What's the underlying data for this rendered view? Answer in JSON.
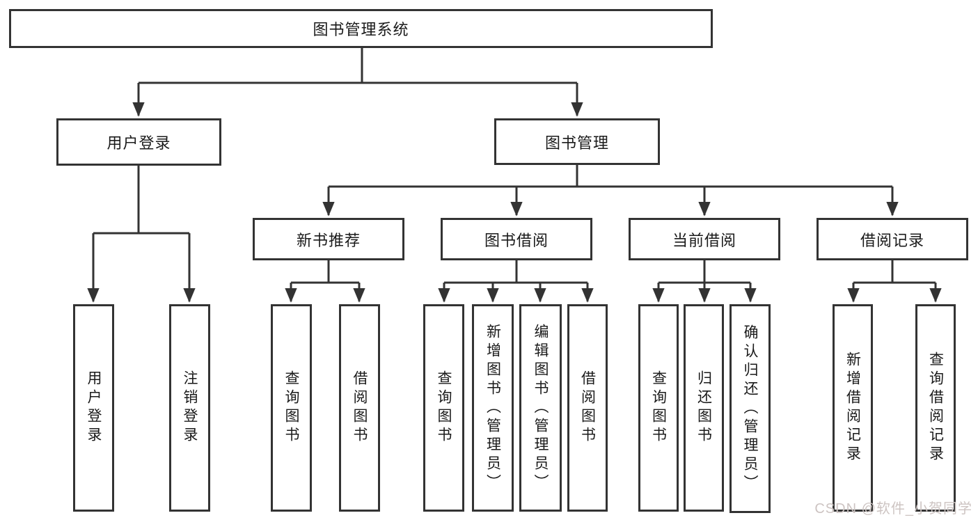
{
  "diagram": {
    "title": "图书管理系统",
    "watermark": "CSDN @软件_小贺同学",
    "colors": {
      "line": "#333333",
      "text": "#1a1a1a",
      "background": "#ffffff",
      "watermark_text": "#cdc4c2"
    },
    "nodes": {
      "root": "图书管理系统",
      "user_login": "用户登录",
      "book_management": "图书管理",
      "new_book_recommend": "新书推荐",
      "book_borrow": "图书借阅",
      "current_borrow": "当前借阅",
      "borrow_records": "借阅记录",
      "leaf_user_login": "用户登录",
      "leaf_logout": "注销登录",
      "leaf_query_books_1": "查询图书",
      "leaf_borrow_books_1": "借阅图书",
      "leaf_query_books_2": "查询图书",
      "leaf_add_book_admin": "新增图书（管理员）",
      "leaf_edit_book_admin": "编辑图书（管理员）",
      "leaf_borrow_books_2": "借阅图书",
      "leaf_query_books_3": "查询图书",
      "leaf_return_books": "归还图书",
      "leaf_confirm_return_admin": "确认归还（管理员）",
      "leaf_add_borrow_record": "新增借阅记录",
      "leaf_query_borrow_record": "查询借阅记录"
    },
    "hierarchy": {
      "图书管理系统": {
        "用户登录": [
          "用户登录",
          "注销登录"
        ],
        "图书管理": {
          "新书推荐": [
            "查询图书",
            "借阅图书"
          ],
          "图书借阅": [
            "查询图书",
            "新增图书（管理员）",
            "编辑图书（管理员）",
            "借阅图书"
          ],
          "当前借阅": [
            "查询图书",
            "归还图书",
            "确认归还（管理员）"
          ],
          "借阅记录": [
            "新增借阅记录",
            "查询借阅记录"
          ]
        }
      }
    }
  }
}
